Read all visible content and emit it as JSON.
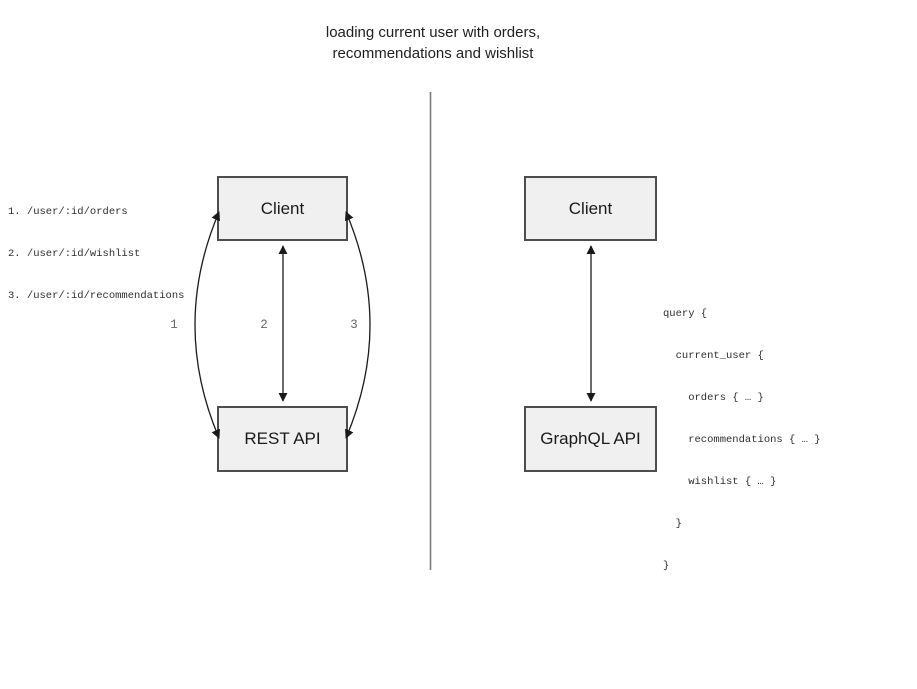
{
  "title": {
    "line1": "loading current user with orders,",
    "line2": "recommendations and wishlist"
  },
  "rest_panel": {
    "endpoints": [
      "1. /user/:id/orders",
      "2. /user/:id/wishlist",
      "3. /user/:id/recommendations"
    ],
    "client_label": "Client",
    "api_label": "REST API",
    "arrow_labels": [
      "1",
      "2",
      "3"
    ]
  },
  "graphql_panel": {
    "client_label": "Client",
    "api_label": "GraphQL API",
    "query_lines": [
      "query {",
      "  current_user {",
      "    orders { … }",
      "    recommendations { … }",
      "    wishlist { … }",
      "  }",
      "}"
    ]
  },
  "colors": {
    "box_fill": "#f0f0f0",
    "box_border": "#4d4d4d",
    "arrow": "#1a1a1a",
    "divider": "#7a7a7a",
    "muted_text": "#666666",
    "code_text": "#2e2e2e"
  }
}
